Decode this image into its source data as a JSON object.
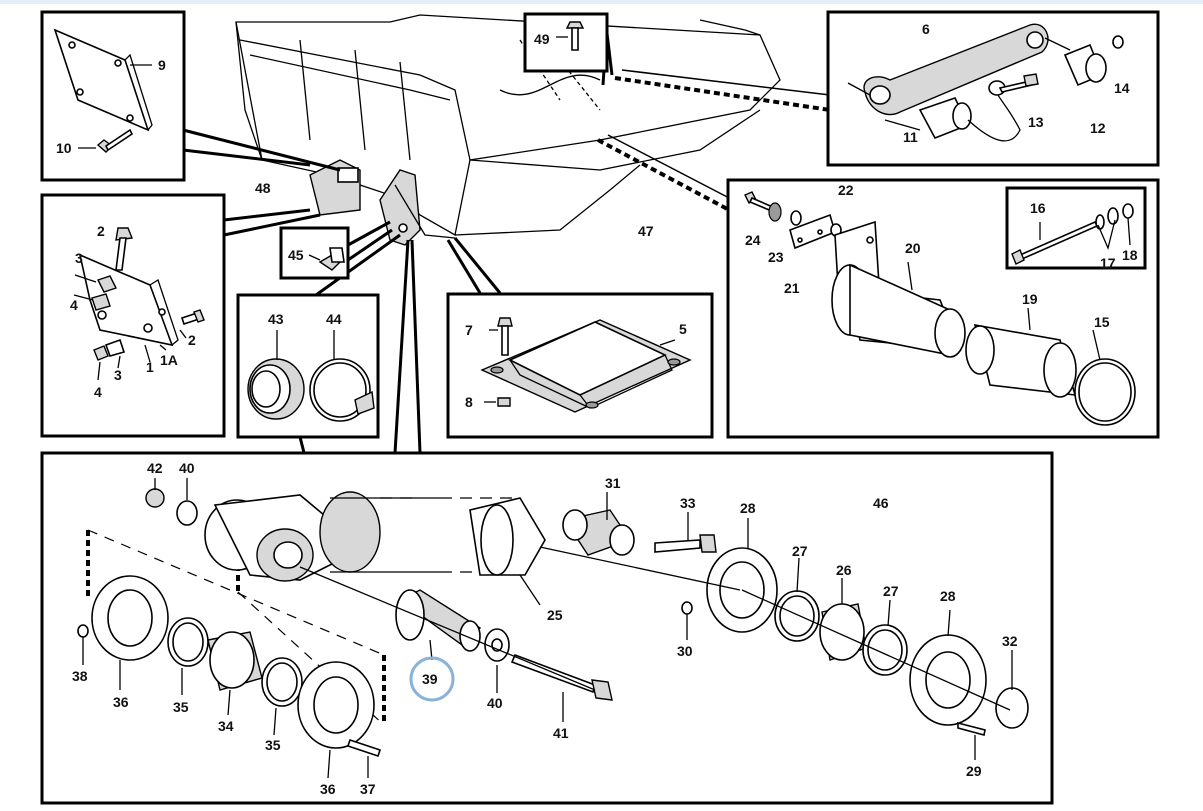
{
  "colors": {
    "highlight_ring": "#8ab3d8",
    "top_bar": "#e3eef9"
  },
  "callouts": {
    "p1": "1",
    "p1A": "1A",
    "p2a": "2",
    "p2b": "2",
    "p3a": "3",
    "p3b": "3",
    "p4a": "4",
    "p4b": "4",
    "p5": "5",
    "p6": "6",
    "p7": "7",
    "p8": "8",
    "p9": "9",
    "p10": "10",
    "p11": "11",
    "p12": "12",
    "p13": "13",
    "p14": "14",
    "p15": "15",
    "p16": "16",
    "p17": "17",
    "p18": "18",
    "p19": "19",
    "p20": "20",
    "p21": "21",
    "p22": "22",
    "p23": "23",
    "p24": "24",
    "p25": "25",
    "p26": "26",
    "p27a": "27",
    "p27b": "27",
    "p28a": "28",
    "p28b": "28",
    "p29": "29",
    "p30": "30",
    "p31": "31",
    "p32": "32",
    "p33": "33",
    "p34": "34",
    "p35a": "35",
    "p35b": "35",
    "p36a": "36",
    "p36b": "36",
    "p37": "37",
    "p38": "38",
    "p39": "39",
    "p40a": "40",
    "p40b": "40",
    "p41": "41",
    "p42": "42",
    "p43": "43",
    "p44": "44",
    "p45": "45",
    "p46": "46",
    "p47": "47",
    "p48": "48",
    "p49": "49"
  },
  "highlighted_part": "39"
}
